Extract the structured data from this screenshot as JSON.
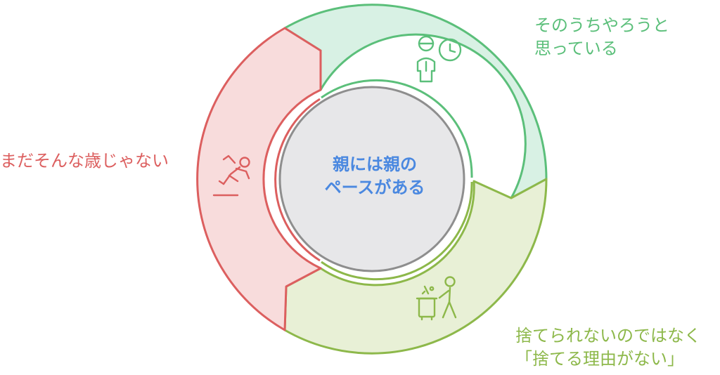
{
  "center": {
    "line1": "親には親の",
    "line2": "ペースがある"
  },
  "segments": [
    {
      "id": "green",
      "color": "#5bbf7a",
      "fill": "#d8f1e4",
      "icon": "person-clock-icon",
      "lines": [
        "そのうちやろうと",
        "思っている"
      ]
    },
    {
      "id": "olive",
      "color": "#8db84a",
      "fill": "#e8f0d6",
      "icon": "person-trash-bin-icon",
      "lines": [
        "捨てられないのではなく",
        "「捨てる理由がない」"
      ]
    },
    {
      "id": "red",
      "color": "#dc5f5f",
      "fill": "#f8dcdc",
      "icon": "person-slipping-icon",
      "lines": [
        "まだそんな歳じゃない"
      ]
    }
  ],
  "colors": {
    "center_fill": "#e7e7e9",
    "center_stroke": "#8e8e8e",
    "center_text": "#4a88e0"
  }
}
